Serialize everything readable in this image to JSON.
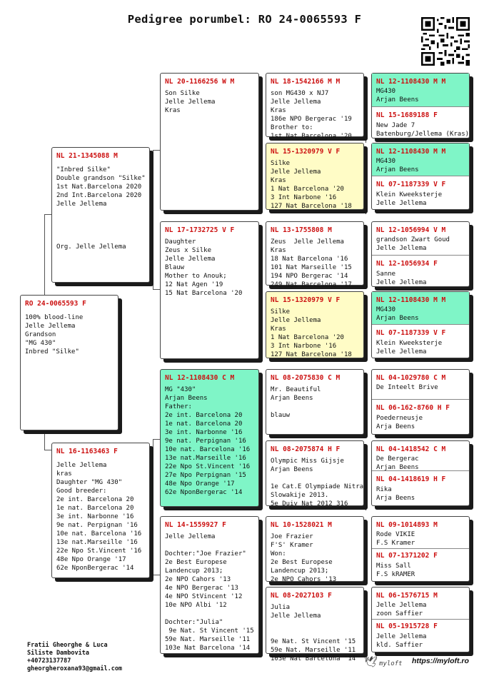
{
  "title": "Pedigree porumbel: RO 24-0065593 F",
  "footer": {
    "owner": "Fratii Gheorghe & Luca\nSiliste Dambovita\n+40723137787\ngheorgheroxana93@gmail.com",
    "logo_text": "myloft",
    "url": "https://myloft.ro"
  },
  "birds": {
    "subject": {
      "ring": "RO 24-0065593 F",
      "text": "100% blood-line\nJelle Jellema\nGrandson\n\"MG 430\"\nInbred \"Silke\""
    },
    "sire": {
      "ring": "NL 21-1345088 M",
      "text": "\"Inbred Silke\"\nDouble grandson \"Silke\"\n1st Nat.Barcelona 2020\n2nd Int.Barcelona 2020\nJelle Jellema\n\n\n\n\nOrg. Jelle Jellema"
    },
    "dam": {
      "ring": "NL 16-1163463 F",
      "text": "Jelle Jellema\nkras\nDaughter \"MG 430\"\nGood breeder:\n2e int. Barcelona 20\n1e nat. Barcelona 20\n3e int. Narbonne '16\n9e nat. Perpignan '16\n10e nat. Barcelona '16\n13e nat.Marseille '16\n22e Npo St.Vincent '16\n48e Npo Orange '17\n62e NponBergerac '14"
    },
    "ss": {
      "ring": "NL 20-1166256 W M",
      "text": "Son Silke\nJelle Jellema\nKras"
    },
    "sd": {
      "ring": "NL 17-1732725 V F",
      "text": "Daughter\nZeus x Silke\nJelle Jellema\nBlauw\nMother to Anouk;\n12 Nat Agen '19\n15 Nat Barcelona '20"
    },
    "ds": {
      "ring": "NL 12-1108430 C M",
      "text": "MG \"430\"\nArjan Beens\nFather:\n2e int. Barcelona 20\n1e nat. Barcelona 20\n3e int. Narbonne '16\n9e nat. Perpignan '16\n10e nat. Barcelona '16\n13e nat.Marseille '16\n22e Npo St.Vincent '16\n27e Npo Perpignan '15\n48e Npo Orange '17\n62e NponBergerac '14"
    },
    "dd": {
      "ring": "NL 14-1559927 F",
      "text": "Jelle Jellema\n\nDochter:\"Joe Frazier\"\n2e Best Europese\nLandencup 2013;\n2e NPO Cahors '13\n4e NPO Bergerac '13\n4e NPO StVincent '12\n10e NPO Albi '12\n\nDochter:\"Julia\"\n 9e Nat. St Vincent '15\n59e Nat. Marseille '11\n103e Nat Barcelona '14"
    },
    "sss": {
      "ring": "NL 18-1542166 M M",
      "text": "son MG430 x NJ7\nJelle Jellema\nKras\n186e NPO Bergerac '19\nBrother to:\n1st Nat Barcelona '20"
    },
    "ssd": {
      "ring": "NL 15-1320979 V F",
      "text": "Silke\nJelle Jellema\nKras\n1 Nat Barcelona '20\n3 Int Narbone '16\n127 Nat Barcelona '18"
    },
    "sds": {
      "ring": "NL 13-1755808 M",
      "text": "Zeus  Jelle Jellema\nKras\n18 Nat Barcelona '16\n101 Nat Marseille '15\n194 NPO Bergerac '14\n249 Nat Barcelona '17"
    },
    "sdd": {
      "ring": "NL 15-1320979 V F",
      "text": "Silke\nJelle Jellema\nKras\n1 Nat Barcelona '20\n3 Int Narbone '16\n127 Nat Barcelona '18"
    },
    "dss": {
      "ring": "NL 08-2075830 C M",
      "text": "Mr. Beautiful\nArjan Beens\n\nblauw"
    },
    "dsd": {
      "ring": "NL 08-2075874 H F",
      "text": "Olympic Miss Gijsje\nArjan Beens\n\n1e Cat.E Olympiade Nitra\nSlowakije 2013.\n5e Duiv Nat 2012 316"
    },
    "dds": {
      "ring": "NL 10-1528021 M",
      "text": "Joe Frazier\nF'S' Kramer\nWon:\n2e Best Europese\nLandencup 2013;\n2e NPO Cahors '13"
    },
    "ddd": {
      "ring": "NL 08-2027103 F",
      "text": "Julia\nJelle Jellema\n\n\n9e Nat. St Vincent '15\n59e Nat. Marseille '11\n103e Nat Barcelona '14"
    },
    "g1": {
      "ring": "NL 12-1108430 M M",
      "text": "MG430\nArjan Beens"
    },
    "g2": {
      "ring": "NL 15-1689188 F",
      "text": "New Jade 7\nBatenburg/Jellema (Kras)"
    },
    "g3": {
      "ring": "NL 12-1108430 M M",
      "text": "MG430\nArjan Beens"
    },
    "g4": {
      "ring": "NL 07-1187339 V F",
      "text": "Klein Kweekster\u0006je\nJelle Jellema"
    },
    "g5": {
      "ring": "NL 12-1056994 V M",
      "text": "grandson Zwart Goud\nJelle Jellema"
    },
    "g6": {
      "ring": "NL 12-1056934 F",
      "text": "Sanne\nJelle Jellema"
    },
    "g7": {
      "ring": "NL 12-1108430 M M",
      "text": "MG430\nArjan Beens"
    },
    "g8": {
      "ring": "NL 07-1187339 V F",
      "text": "Klein Kweeksterje\nJelle Jellema"
    },
    "g9": {
      "ring": "NL 04-1029780 C M",
      "text": "De Inteelt Brive"
    },
    "g10": {
      "ring": "NL 06-162-8760 H F",
      "text": "Poederneusje\nArja Beens"
    },
    "g11": {
      "ring": "NL 04-1418542 C M",
      "text": "De Bergerac\nArjan Beens"
    },
    "g12": {
      "ring": "NL 04-1418619 H F",
      "text": "Rika\nArja Beens"
    },
    "g13": {
      "ring": "NL 09-1014893 M",
      "text": "Rode VIKIE\nF.S Kramer"
    },
    "g14": {
      "ring": "NL 07-1371202 F",
      "text": "Miss Sall\nF.S kRAMER"
    },
    "g15": {
      "ring": "NL 06-1576715 M",
      "text": "Jelle Jellema\nzoon Saffier"
    },
    "g16": {
      "ring": "NL 05-1915728 F",
      "text": "Jelle Jellema\nkld. Saffier"
    }
  }
}
